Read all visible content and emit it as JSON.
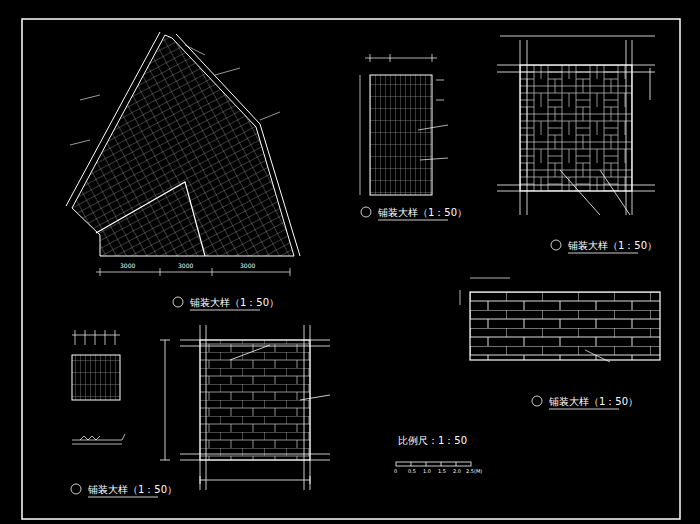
{
  "diagram": {
    "labels": [
      "铺装大样（1：50）",
      "铺装大样（1：50）",
      "铺装大样（1：50）",
      "铺装大样（1：50）",
      "铺装大样（1：50）",
      "比例尺：1：50",
      "0",
      "0.5",
      "1.0",
      "1.5",
      "2.0",
      "2.5(M)",
      "3000",
      "3000",
      "3000"
    ]
  }
}
